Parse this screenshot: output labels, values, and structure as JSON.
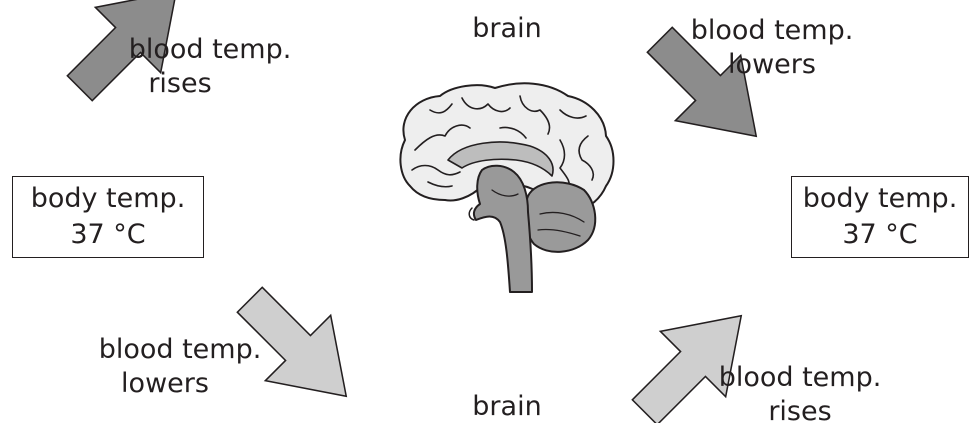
{
  "diagram": {
    "left_box": {
      "line1": "body temp.",
      "line2": "37 °C"
    },
    "right_box": {
      "line1": "body temp.",
      "line2": "37 °C"
    },
    "brain_top": "brain",
    "brain_bottom": "brain",
    "label_top_left": {
      "line1": "blood temp.",
      "line2": "rises"
    },
    "label_top_right": {
      "line1": "blood temp.",
      "line2": "lowers"
    },
    "label_bottom_left": {
      "line1": "blood temp.",
      "line2": "lowers"
    },
    "label_bottom_right": {
      "line1": "blood temp.",
      "line2": "rises"
    },
    "colors": {
      "dark_arrow": "#8c8c8c",
      "light_arrow": "#cfcfcf",
      "brain_fill": "#eeeeee",
      "brainstem_fill": "#999999",
      "outline": "#231f20"
    },
    "icons": [
      "brain-illustration",
      "arrow-up-right",
      "arrow-down-right"
    ]
  }
}
